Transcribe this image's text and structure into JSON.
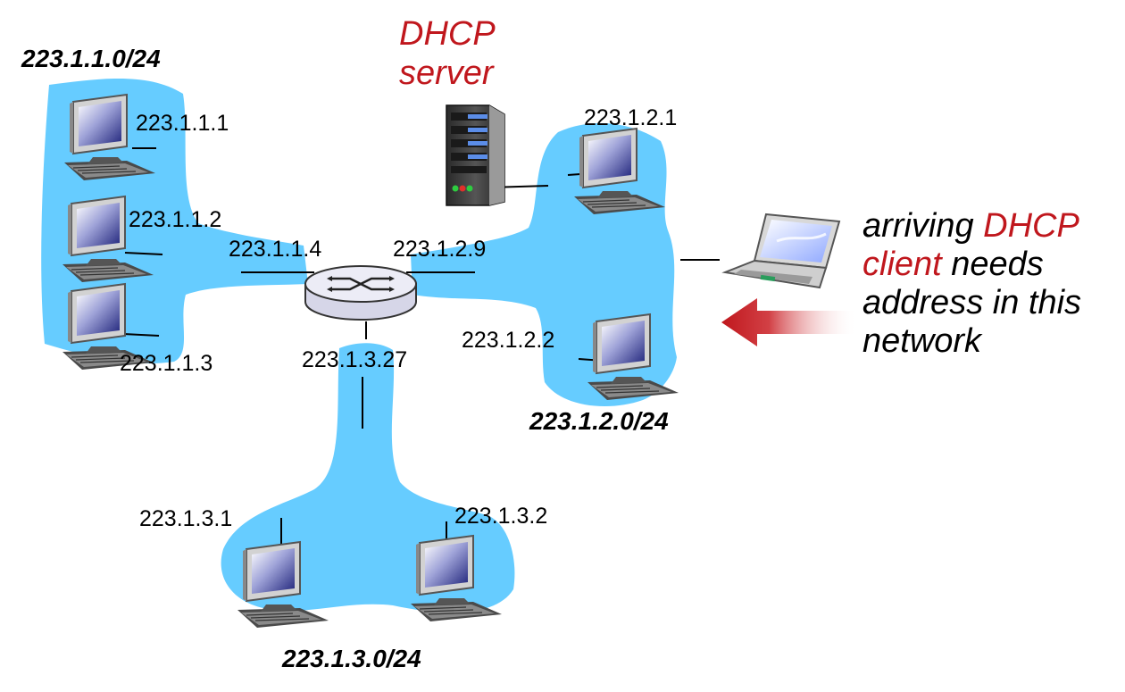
{
  "server": {
    "line1": "DHCP",
    "line2": "server"
  },
  "subnets": {
    "left": "223.1.1.0/24",
    "right": "223.1.2.0/24",
    "bottom": "223.1.3.0/24"
  },
  "hosts": {
    "h111": "223.1.1.1",
    "h112": "223.1.1.2",
    "h113": "223.1.1.3",
    "h121": "223.1.2.1",
    "h122": "223.1.2.2",
    "h131": "223.1.3.1",
    "h132": "223.1.3.2"
  },
  "router": {
    "if_left": "223.1.1.4",
    "if_right": "223.1.2.9",
    "if_bottom": "223.1.3.27"
  },
  "note": {
    "l1a": "arriving ",
    "l1b": "DHCP",
    "l2a": "client",
    "l2b": " needs",
    "l3": "address in this",
    "l4": "network"
  },
  "colors": {
    "network_fill": "#66ccff",
    "accent_red": "#c0171d",
    "router_fill": "#e6e6f2"
  }
}
